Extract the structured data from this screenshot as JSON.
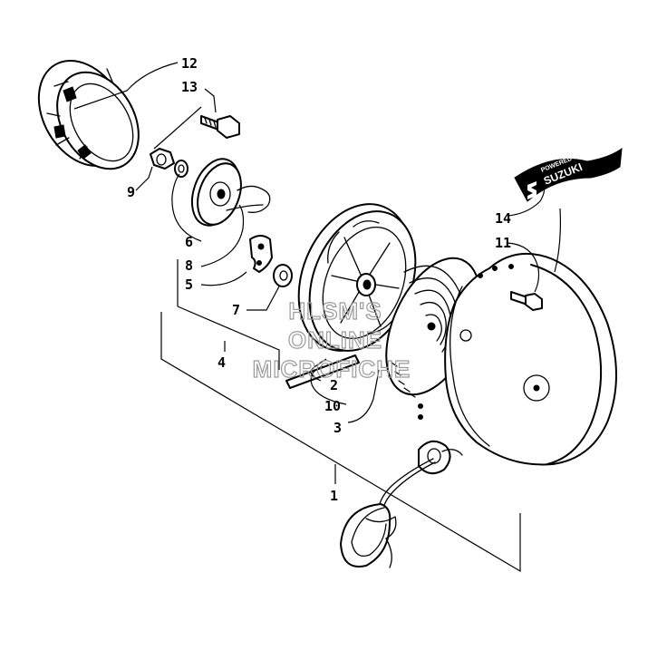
{
  "callouts": {
    "c1": "1",
    "c2": "2",
    "c3": "3",
    "c4": "4",
    "c5": "5",
    "c6": "6",
    "c7": "7",
    "c8": "8",
    "c9": "9",
    "c10": "10",
    "c11": "11",
    "c12": "12",
    "c13": "13",
    "c14": "14"
  },
  "decal": {
    "line1": "POWERED BY",
    "line2": "SUZUKI"
  },
  "watermark": {
    "line1": "HLSM'S",
    "line2": "ONLINE",
    "line3": "MICROFICHE"
  },
  "colors": {
    "ink": "#000000",
    "paper": "#ffffff",
    "watermark": "#9a9a9a"
  }
}
